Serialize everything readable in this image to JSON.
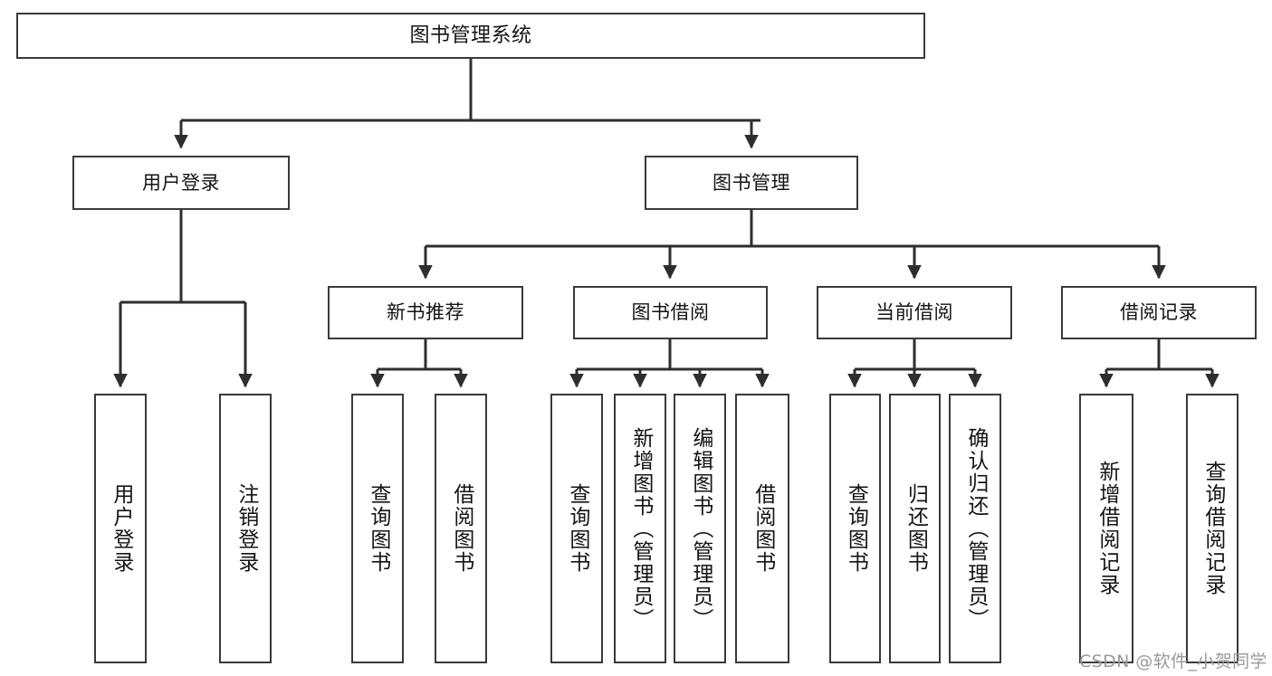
{
  "diagram": {
    "type": "tree",
    "title": "图书管理系统",
    "watermark": "CSDN @软件_小贺同学",
    "colors": {
      "border": "#3a3a3a",
      "background": "#ffffff",
      "text": "#141414",
      "watermark": "#9a9a9a"
    },
    "nodes": {
      "root": {
        "label": "图书管理系统"
      },
      "level2": [
        {
          "label": "用户登录"
        },
        {
          "label": "图书管理"
        }
      ],
      "level3": [
        {
          "label": "新书推荐"
        },
        {
          "label": "图书借阅"
        },
        {
          "label": "当前借阅"
        },
        {
          "label": "借阅记录"
        }
      ],
      "leaves": {
        "user_login": [
          {
            "label": "用户登录"
          },
          {
            "label": "注销登录"
          }
        ],
        "new_book_recommend": [
          {
            "label": "查询图书"
          },
          {
            "label": "借阅图书"
          }
        ],
        "book_borrow": [
          {
            "label": "查询图书"
          },
          {
            "label": "新增图书（管理员）"
          },
          {
            "label": "编辑图书（管理员）"
          },
          {
            "label": "借阅图书"
          }
        ],
        "current_borrow": [
          {
            "label": "查询图书"
          },
          {
            "label": "归还图书"
          },
          {
            "label": "确认归还（管理员）"
          }
        ],
        "borrow_record": [
          {
            "label": "新增借阅记录"
          },
          {
            "label": "查询借阅记录"
          }
        ]
      }
    }
  }
}
